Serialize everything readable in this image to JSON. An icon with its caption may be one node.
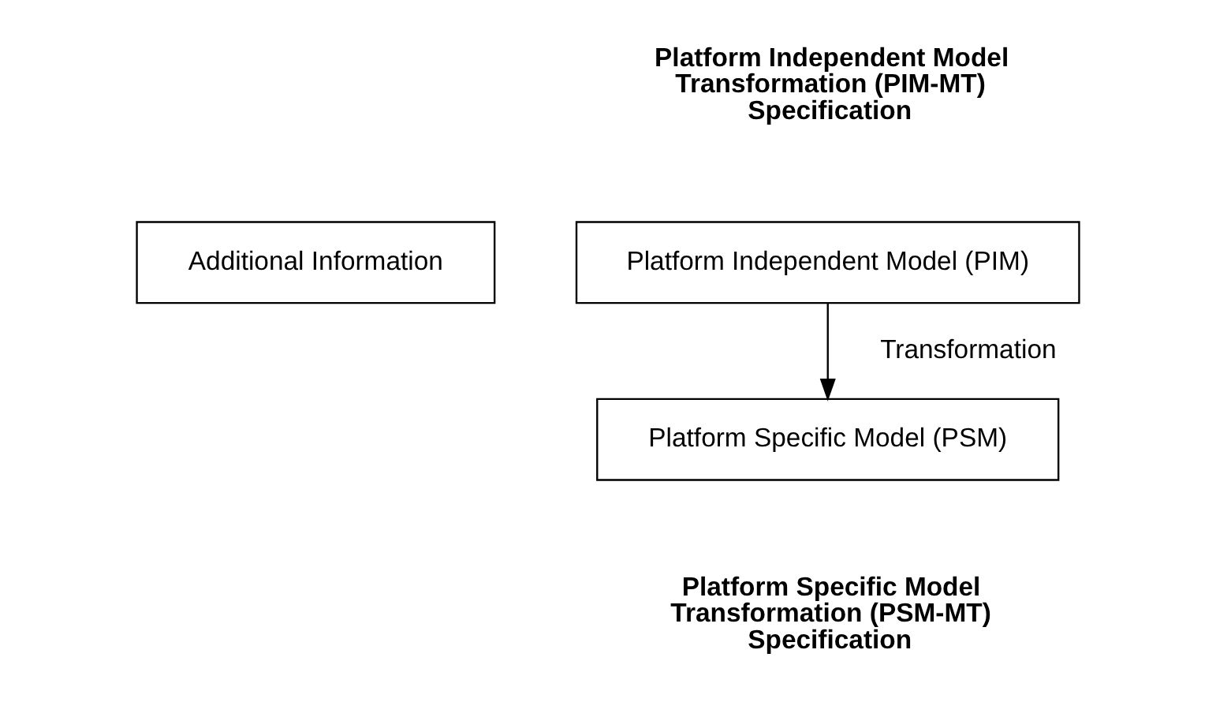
{
  "diagram": {
    "nodes": [
      {
        "text": [
          "Additional Information"
        ]
      },
      {
        "text": [
          "Platform Independent Model (PIM)"
        ],
        "beside": [
          "Platform Independent Model Transformation (PIM-MT) Specification"
        ]
      },
      {
        "text": [
          "Platform Specific Model (PSM)"
        ],
        "beside": [
          "Platform Specific Model Transformation (PSM-MT) Specification"
        ]
      }
    ],
    "edges": [
      {
        "from": 1,
        "to": 2,
        "arrow": "to",
        "label": "Transformation"
      }
    ]
  }
}
